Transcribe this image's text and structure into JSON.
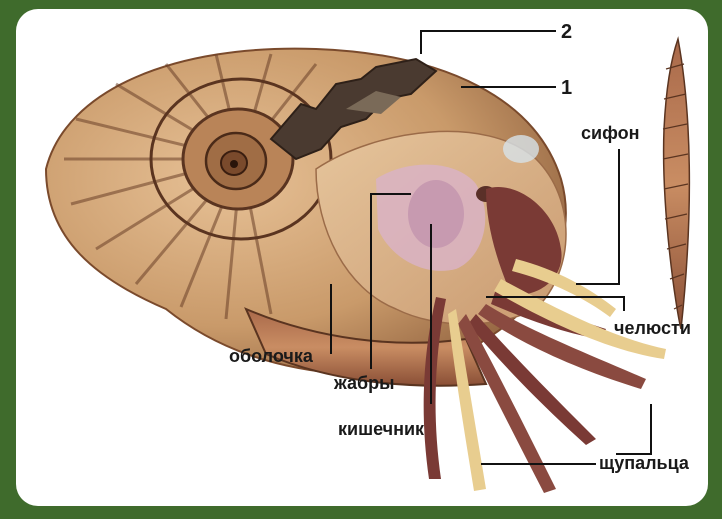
{
  "labels": {
    "n2": "2",
    "n1": "1",
    "siphon": "сифон",
    "jaws": "челюсти",
    "shell_membrane": "оболочка",
    "gills": "жабры",
    "intestine": "кишечник",
    "tentacles": "щупальца"
  },
  "colors": {
    "background": "#3f6b2c",
    "card": "#ffffff",
    "shell_light": "#d9ad7c",
    "shell_dark": "#6b4028",
    "tentacle": "#7a3a35",
    "tentacle_light": "#e8cd8f",
    "organ": "#c9a3b6"
  }
}
